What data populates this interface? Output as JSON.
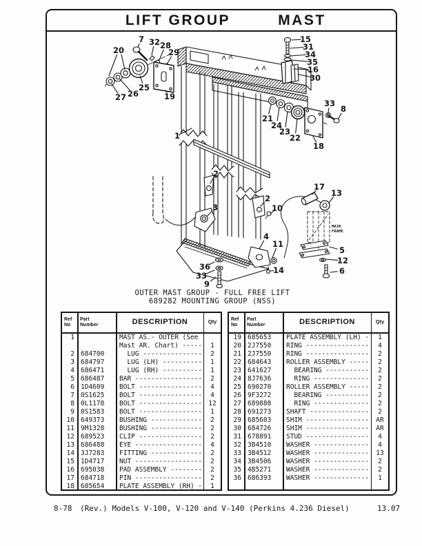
{
  "colors": {
    "ink": "#151515",
    "paper": "#fdfdfb"
  },
  "header": {
    "title_left": "LIFT GROUP",
    "title_right": "MAST"
  },
  "diagram": {
    "caption_line1": "OUTER MAST GROUP - FULL FREE LIFT",
    "caption_line2": "689282 MOUNTING GROUP (NSS)",
    "main_frame_line1": "MAIN",
    "main_frame_line2": "FRAME",
    "callouts": [
      "7",
      "32",
      "28",
      "29",
      "20",
      "25",
      "26",
      "27",
      "19",
      "1",
      "15",
      "31",
      "34",
      "35",
      "16",
      "30",
      "33",
      "8",
      "21",
      "24",
      "23",
      "22",
      "18",
      "17",
      "13",
      "2",
      "10",
      "3",
      "2",
      "4",
      "11",
      "14",
      "36",
      "33",
      "9",
      "5",
      "12",
      "6"
    ]
  },
  "table": {
    "headers": {
      "ref_line1": "Ref",
      "ref_line2": "No",
      "part_line1": "Part",
      "part_line2": "Number",
      "desc": "DESCRIPTION",
      "qty": "Qty"
    },
    "left_rows": [
      {
        "ref": "1",
        "part": "",
        "desc": "MAST AS.- OUTER (See\nMast AR. Chart) -----",
        "qty": "1"
      },
      {
        "ref": "2",
        "part": "684700",
        "desc": "  LUG ---------------",
        "qty": "2"
      },
      {
        "ref": "3",
        "part": "684797",
        "desc": "  LUG (LH) ----------",
        "qty": "1"
      },
      {
        "ref": "4",
        "part": "686471",
        "desc": "  LUG (RH) ----------",
        "qty": "1"
      },
      {
        "ref": "5",
        "part": "686487",
        "desc": "BAR -----------------",
        "qty": "2"
      },
      {
        "ref": "6",
        "part": "1D4609",
        "desc": "BOLT ----------------",
        "qty": "4"
      },
      {
        "ref": "7",
        "part": "0S1625",
        "desc": "BOLT ----------------",
        "qty": "4"
      },
      {
        "ref": "8",
        "part": "0L1178",
        "desc": "BOLT ----------------",
        "qty": "12"
      },
      {
        "ref": "9",
        "part": "0S1583",
        "desc": "BOLT ----------------",
        "qty": "1"
      },
      {
        "ref": "10",
        "part": "649373",
        "desc": "BUSHING -------------",
        "qty": "2"
      },
      {
        "ref": "11",
        "part": "9M1328",
        "desc": "BUSHING -------------",
        "qty": "2"
      },
      {
        "ref": "12",
        "part": "689523",
        "desc": "CLIP ----------------",
        "qty": "2"
      },
      {
        "ref": "13",
        "part": "686488",
        "desc": "EYE -----------------",
        "qty": "4"
      },
      {
        "ref": "14",
        "part": "3J7283",
        "desc": "FITTING -------------",
        "qty": "2"
      },
      {
        "ref": "15",
        "part": "1D4717",
        "desc": "NUT -----------------",
        "qty": "2"
      },
      {
        "ref": "16",
        "part": "695038",
        "desc": "PAD ASSEMBLY --------",
        "qty": "2"
      },
      {
        "ref": "17",
        "part": "684718",
        "desc": "PIN -----------------",
        "qty": "2"
      },
      {
        "ref": "18",
        "part": "685654",
        "desc": "PLATE ASSEMBLY (RH) -",
        "qty": "1"
      }
    ],
    "right_rows": [
      {
        "ref": "19",
        "part": "685653",
        "desc": "PLATE ASSEMBLY (LH) -",
        "qty": "1"
      },
      {
        "ref": "20",
        "part": "2J7550",
        "desc": "RING ----------------",
        "qty": "4"
      },
      {
        "ref": "21",
        "part": "2J7550",
        "desc": "RING ----------------",
        "qty": "2"
      },
      {
        "ref": "22",
        "part": "684643",
        "desc": "ROLLER ASSEMBLY -----",
        "qty": "2"
      },
      {
        "ref": "23",
        "part": "641627",
        "desc": "  BEARING -----------",
        "qty": "2"
      },
      {
        "ref": "24",
        "part": "8J7636",
        "desc": "  RING --------------",
        "qty": "2"
      },
      {
        "ref": "25",
        "part": "690270",
        "desc": "ROLLER ASSEMBLY -----",
        "qty": "2"
      },
      {
        "ref": "26",
        "part": "9F3272",
        "desc": "  BEARING -----------",
        "qty": "2"
      },
      {
        "ref": "27",
        "part": "689888",
        "desc": "  RING --------------",
        "qty": "2"
      },
      {
        "ref": "28",
        "part": "691273",
        "desc": "SHAFT ---------------",
        "qty": "2"
      },
      {
        "ref": "29",
        "part": "685603",
        "desc": "SHIM ----------------",
        "qty": "AR"
      },
      {
        "ref": "30",
        "part": "684726",
        "desc": "SHIM ----------------",
        "qty": "AR"
      },
      {
        "ref": "31",
        "part": "678891",
        "desc": "STUD ----------------",
        "qty": "4"
      },
      {
        "ref": "32",
        "part": "3B4510",
        "desc": "WASHER --------------",
        "qty": "4"
      },
      {
        "ref": "33",
        "part": "3B4512",
        "desc": "WASHER --------------",
        "qty": "13"
      },
      {
        "ref": "34",
        "part": "3B4506",
        "desc": "WASHER --------------",
        "qty": "2"
      },
      {
        "ref": "35",
        "part": "4B5271",
        "desc": "WASHER --------------",
        "qty": "2"
      },
      {
        "ref": "36",
        "part": "686393",
        "desc": "WASHER --------------",
        "qty": "1"
      }
    ]
  },
  "footer": {
    "page_date": "8-78",
    "models": "(Rev.) Models V-100, V-120 and V-140 (Perkins 4.236 Diesel)",
    "section": "13.07"
  }
}
